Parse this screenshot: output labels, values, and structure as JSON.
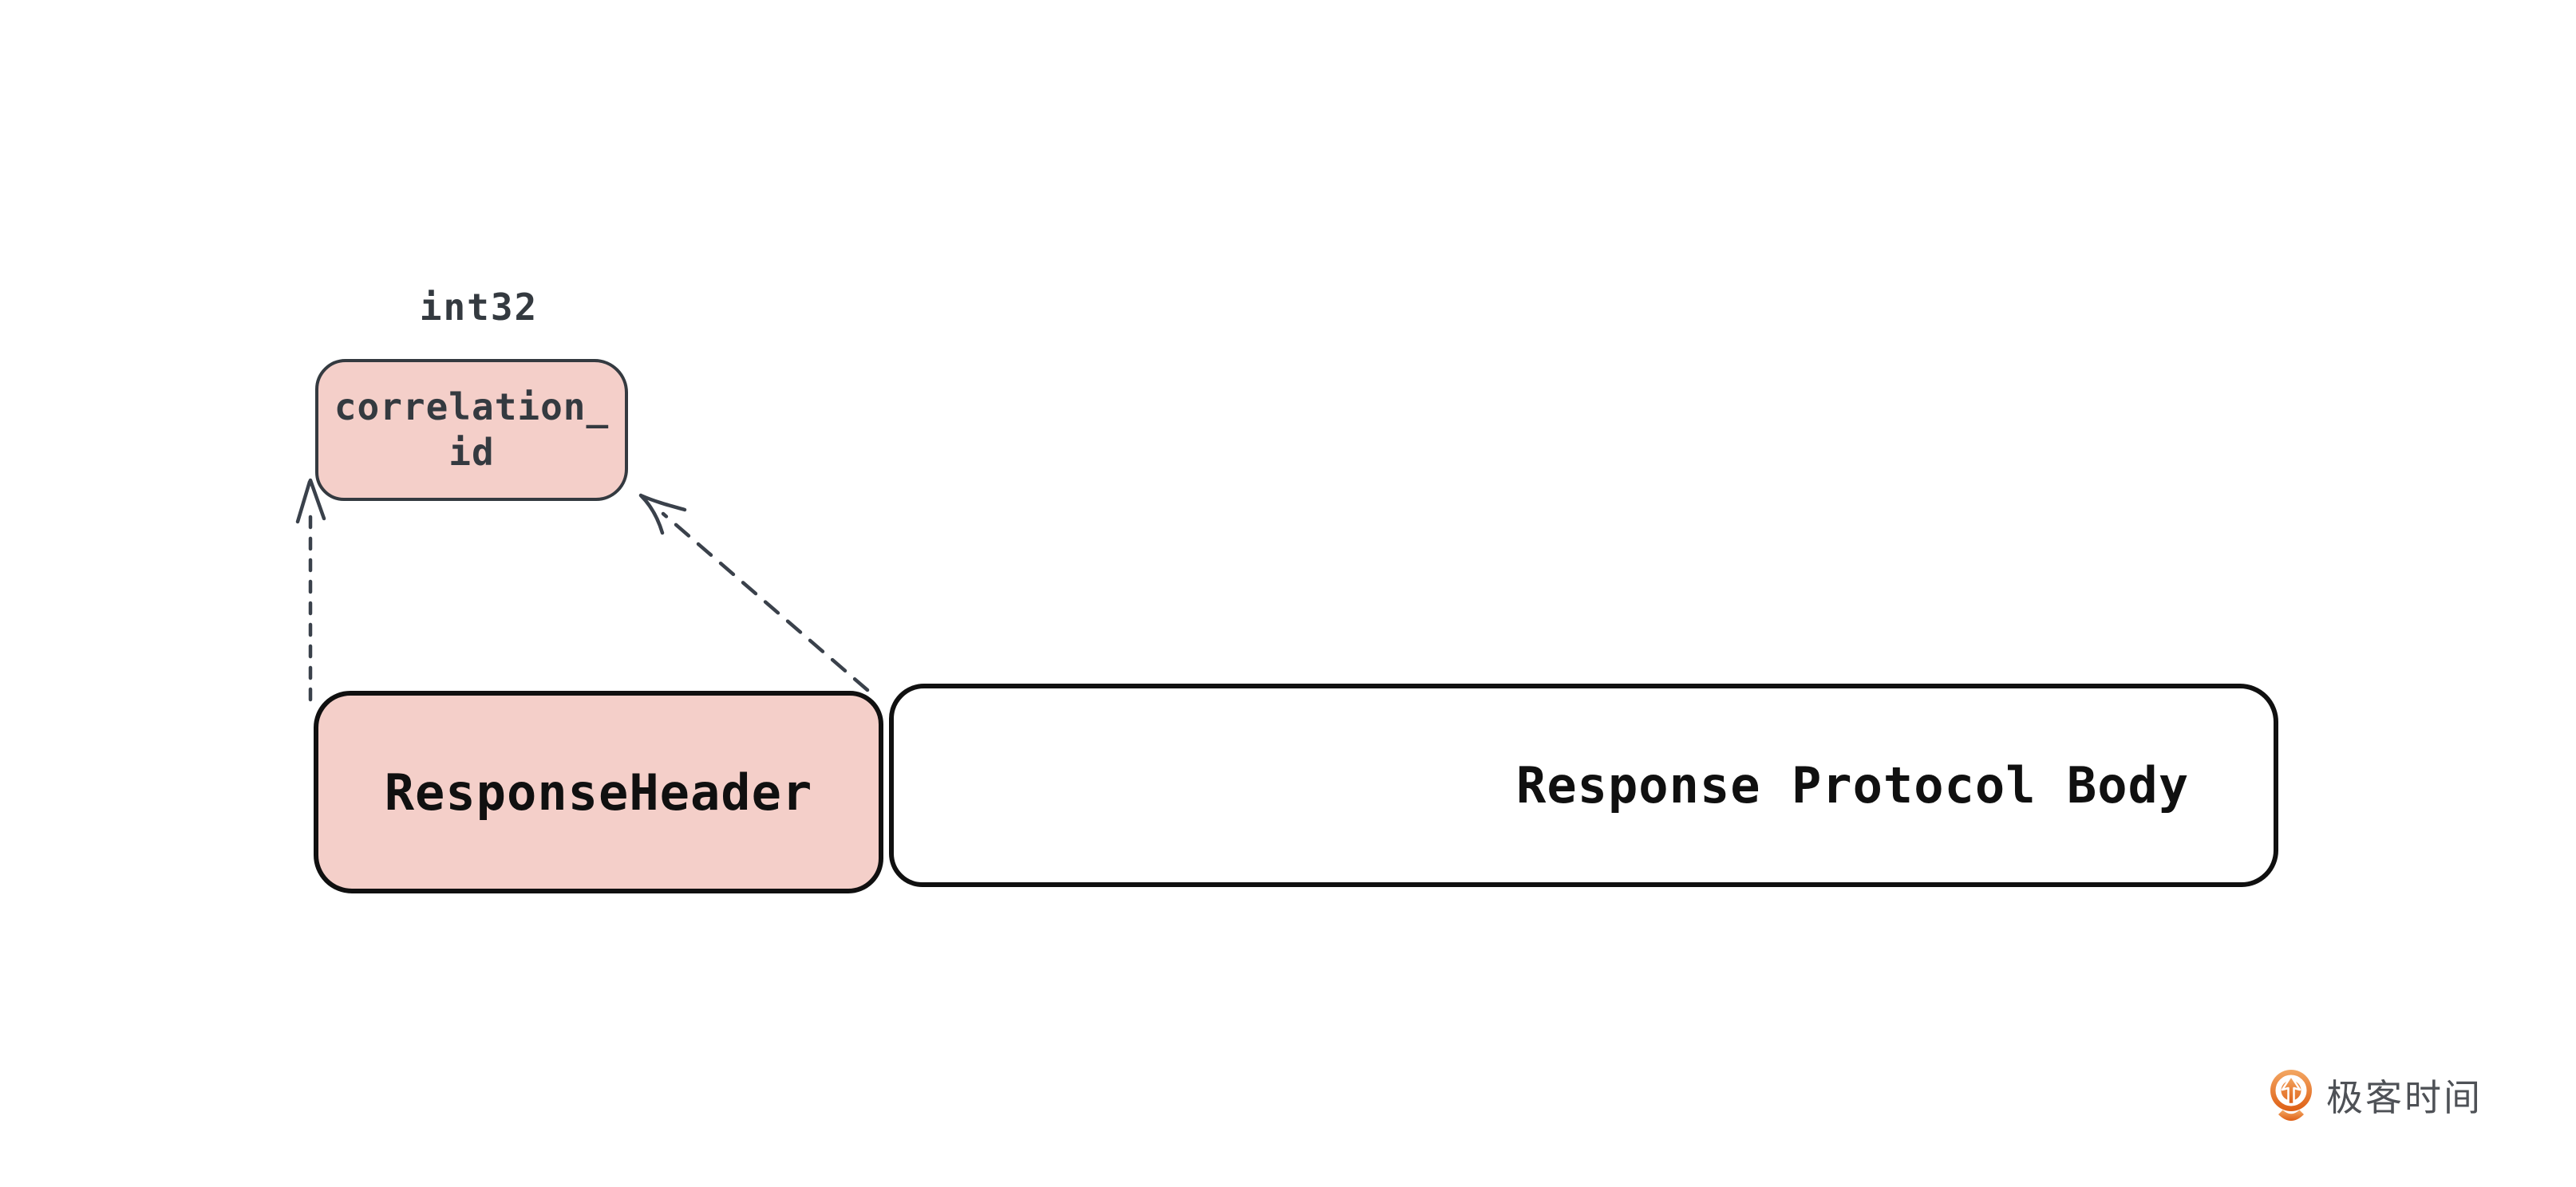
{
  "diagram": {
    "type_label": "int32",
    "correlation_box": {
      "line1": "correlation_",
      "line2": "id",
      "fill_color": "#F4CFC9",
      "stroke_color": "#343A40",
      "text_color": "#343A40"
    },
    "header_box": {
      "label": "ResponseHeader",
      "fill_color": "#F4CFC9",
      "stroke_color": "#101010",
      "text_color": "#101010"
    },
    "body_box": {
      "label": "Response Protocol Body",
      "fill_color": "#FFFFFF",
      "stroke_color": "#101010",
      "text_color": "#101010"
    },
    "arrows": {
      "style": "dashed",
      "color": "#3A414B",
      "left_arrow": "response-header-top to correlation-id bottom-left",
      "right_arrow": "response-header-top-right to correlation-id bottom-right"
    }
  },
  "branding": {
    "logo_text": "极客时间",
    "logo_icon": "geektime-pin-icon",
    "icon_gradient_top": "#F3A763",
    "icon_gradient_bottom": "#DE5F15",
    "text_color": "#4E5156"
  }
}
